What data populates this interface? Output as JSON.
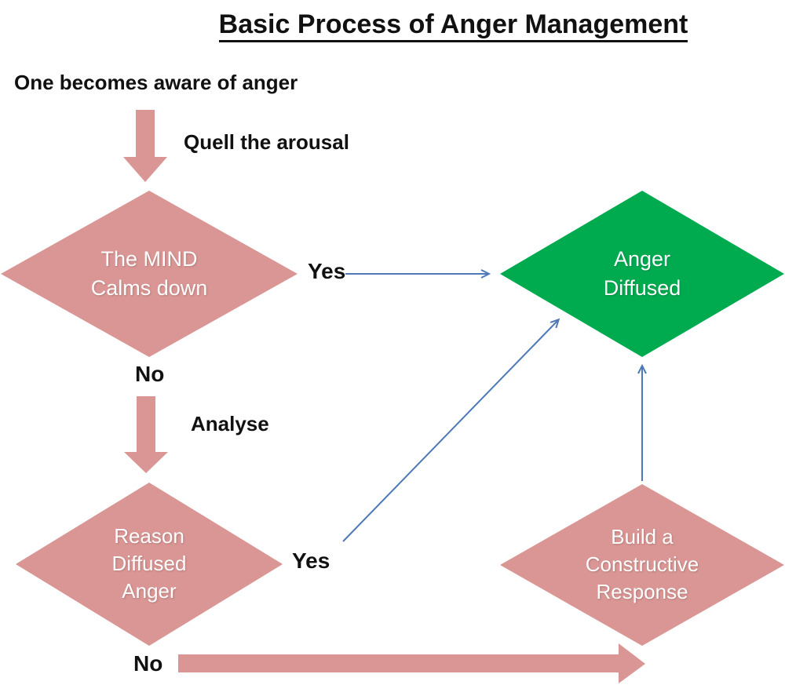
{
  "title": "Basic Process of Anger Management",
  "colors": {
    "diamond-pink": "#D99694",
    "diamond-green": "#00AB50",
    "connector-blue": "#4E79B7",
    "label-black": "#111111",
    "diamond-text": "#FFFFFF",
    "background": "#FFFFFF"
  },
  "labels": {
    "awareness": "One becomes aware of anger",
    "quell": "Quell the arousal",
    "analyse": "Analyse",
    "yes1": "Yes",
    "no1": "No",
    "yes2": "Yes",
    "no2": "No"
  },
  "nodes": {
    "mind_calms_down": "The MIND\nCalms down",
    "anger_diffused": "Anger\nDiffused",
    "reason_diffused_anger": "Reason\nDiffused\nAnger",
    "build_constructive_response": "Build a\nConstructive\nResponse"
  }
}
